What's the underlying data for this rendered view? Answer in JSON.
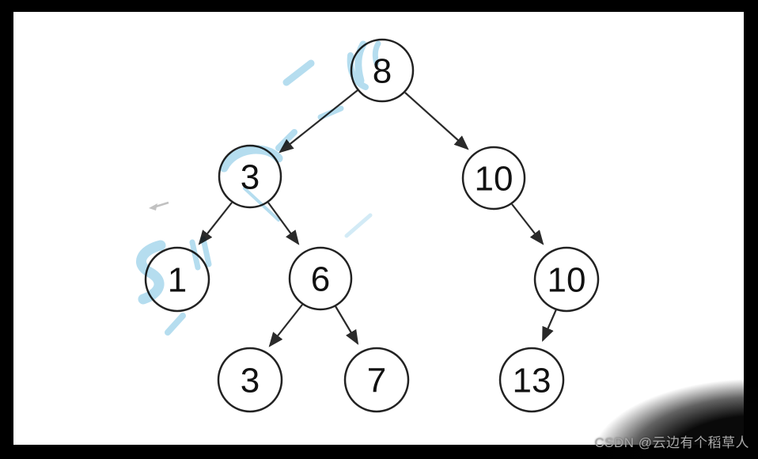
{
  "page": {
    "background": "#ffffff",
    "frame_color": "#000000"
  },
  "tree": {
    "type": "binary-tree-diagram",
    "node_stroke_color": "#222222",
    "edge_color": "#2a2a2a",
    "nodes": [
      {
        "key": "root",
        "value": "8"
      },
      {
        "key": "root.L",
        "value": "3"
      },
      {
        "key": "root.R",
        "value": "10"
      },
      {
        "key": "root.L.L",
        "value": "1"
      },
      {
        "key": "root.L.R",
        "value": "6"
      },
      {
        "key": "root.R.R",
        "value": "10"
      },
      {
        "key": "root.L.R.L",
        "value": "3"
      },
      {
        "key": "root.L.R.R",
        "value": "7"
      },
      {
        "key": "root.R.R.R",
        "value": "13"
      }
    ],
    "edges": [
      {
        "from": "8",
        "to": "3",
        "side": "left"
      },
      {
        "from": "8",
        "to": "10",
        "side": "right"
      },
      {
        "from": "3",
        "to": "1",
        "side": "left"
      },
      {
        "from": "3",
        "to": "6",
        "side": "right"
      },
      {
        "from": "6",
        "to": "3",
        "side": "left"
      },
      {
        "from": "6",
        "to": "7",
        "side": "right"
      },
      {
        "from": "10",
        "to": "10",
        "side": "right"
      },
      {
        "from": "10",
        "to": "13",
        "side": "right"
      }
    ]
  },
  "watermarks": {
    "csdn_text": "CSDN @云边有个稻草人",
    "csdn_text_color": "#a9a9a9",
    "blue_overlay_color": "#a8d7ec"
  }
}
